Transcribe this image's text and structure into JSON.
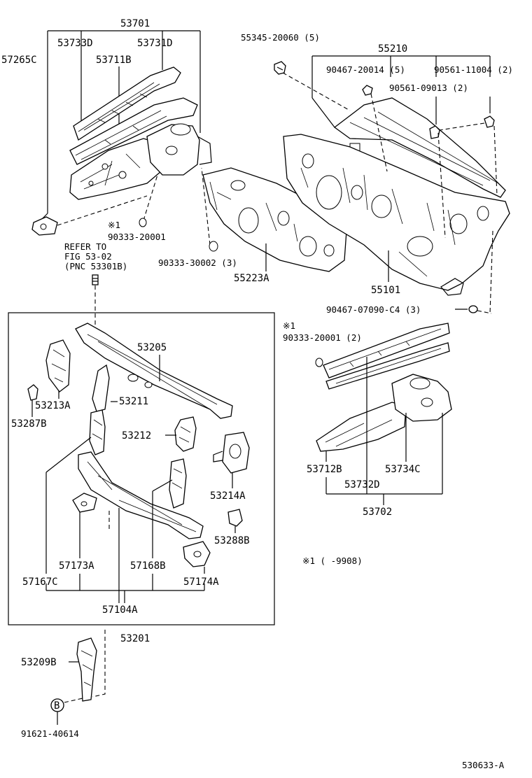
{
  "labels": {
    "p53701": "53701",
    "p53733D": "53733D",
    "p53731D": "53731D",
    "p57265C": "57265C",
    "p53711B": "53711B",
    "p55345": "55345-20060 (5)",
    "p55210": "55210",
    "p90467a": "90467-20014 (5)",
    "p90561a": "90561-11004 (2)",
    "p90561b": "90561-09013 (2)",
    "mark1a": "※1",
    "p90333a": "90333-20001",
    "refer1": "REFER TO",
    "refer2": "FIG 53-02",
    "refer3": "(PNC 53301B)",
    "p90333b": "90333-30002 (3)",
    "p55223A": "55223A",
    "p55101": "55101",
    "p90467b": "90467-07090-C4 (3)",
    "mark1b": "※1",
    "p90333c": "90333-20001 (2)",
    "p53205": "53205",
    "p53213A": "53213A",
    "p53211": "53211",
    "p53287B": "53287B",
    "p53212": "53212",
    "p53214A": "53214A",
    "p53288B": "53288B",
    "p57173A": "57173A",
    "p57168B": "57168B",
    "p57167C": "57167C",
    "p57174A": "57174A",
    "p57104A": "57104A",
    "p53201": "53201",
    "p53712B": "53712B",
    "p53734C": "53734C",
    "p53732D": "53732D",
    "p53702": "53702",
    "note": "※1 (     -9908)",
    "p53209B": "53209B",
    "boltB": "B",
    "p91621": "91621-40614",
    "figcode": "530633-A"
  }
}
